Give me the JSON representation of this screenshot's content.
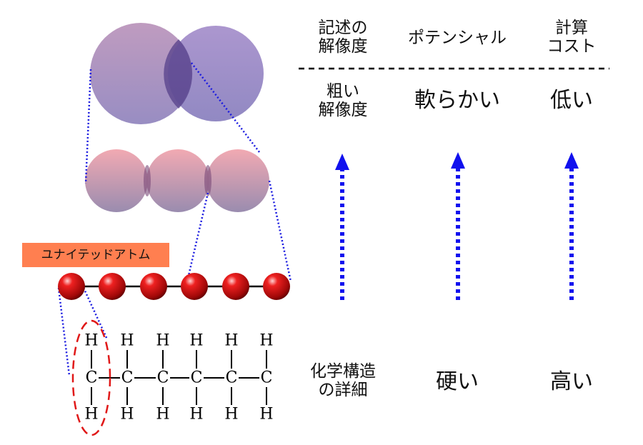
{
  "headers": {
    "resolution": [
      "記述の",
      "解像度"
    ],
    "potential": "ポテンシャル",
    "cost": [
      "計算",
      "コスト"
    ]
  },
  "coarse": {
    "resolution": [
      "粗い",
      "解像度"
    ],
    "potential": "軟らかい",
    "cost": "低い"
  },
  "detailed": {
    "resolution": [
      "化学構造",
      "の詳細"
    ],
    "potential": "硬い",
    "cost": "高い"
  },
  "united_atom_label": "ユナイテッドアトム",
  "atom_symbols": {
    "carbon": "C",
    "hydrogen": "H"
  },
  "colors": {
    "label_bg": "#ff7f50",
    "arrow": "#1111ee",
    "connector": "#1a1ae0",
    "bead": "#d81010",
    "sphere_top": "#7e6fc0",
    "sphere_bottom": "#9a88c8",
    "small_sphere_top": "#e89aaa",
    "small_sphere_bottom": "#8a7ca6",
    "ellipse": "#e01818"
  }
}
